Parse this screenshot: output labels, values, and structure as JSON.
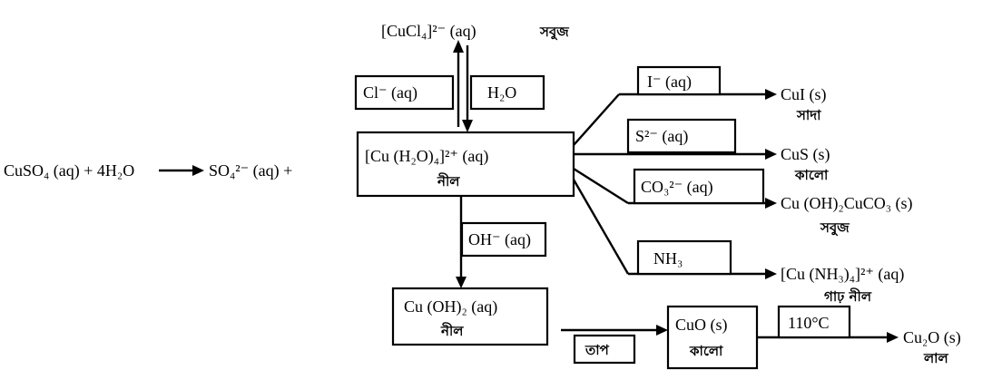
{
  "start": {
    "reactant": "CuSO₄ (aq) + 4H₂O",
    "products": "SO₄²⁻ (aq) +"
  },
  "center": {
    "formula": "[Cu (H₂O)₄]²⁺ (aq)",
    "color": "নীল"
  },
  "top": {
    "cl_reagent": "Cl⁻ (aq)",
    "water": "H₂O",
    "product": "[CuCl₄]²⁻ (aq)",
    "color": "সবুজ"
  },
  "branches": [
    {
      "reagent": "I⁻ (aq)",
      "product": "CuI (s)",
      "color": "সাদা"
    },
    {
      "reagent": "S²⁻ (aq)",
      "product": "CuS (s)",
      "color": "কালো"
    },
    {
      "reagent": "CO₃²⁻ (aq)",
      "product": "Cu (OH)₂CuCO₃ (s)",
      "color": "সবুজ"
    },
    {
      "reagent": "NH₃",
      "product": "[Cu (NH₃)₄]²⁺ (aq)",
      "color": "গাঢ় নীল"
    }
  ],
  "down": {
    "reagent": "OH⁻ (aq)",
    "product": "Cu (OH)₂ (aq)",
    "color": "নীল"
  },
  "heat": {
    "label": "তাপ",
    "product": "CuO (s)",
    "color": "কালো"
  },
  "final": {
    "condition": "110°C",
    "product": "Cu₂O (s)",
    "color": "লাল"
  }
}
